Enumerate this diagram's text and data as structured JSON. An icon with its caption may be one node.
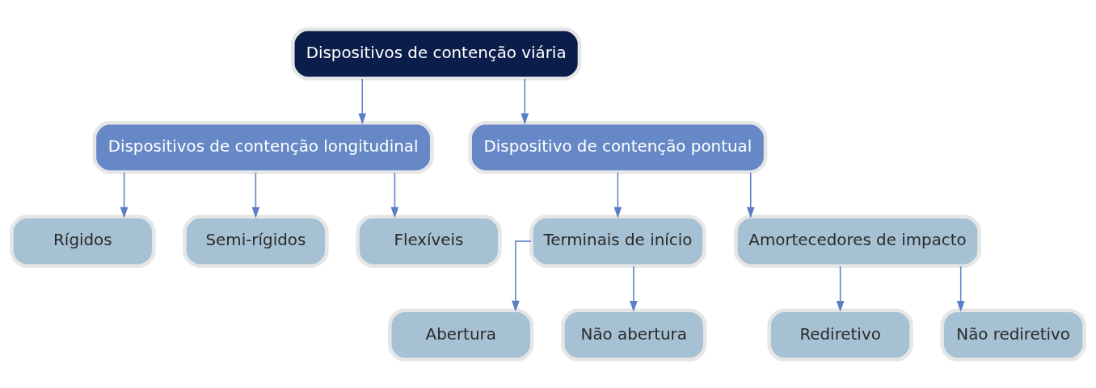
{
  "diagram": {
    "nodes": [
      {
        "text": [
          "Dispositivos de contenção viária"
        ]
      },
      {
        "text": [
          "Dispositivos de contenção longitudinal"
        ]
      },
      {
        "text": [
          "Dispositivo de contenção pontual"
        ]
      },
      {
        "text": [
          "Rígidos"
        ]
      },
      {
        "text": [
          "Semi-rígidos"
        ]
      },
      {
        "text": [
          "Flexíveis"
        ]
      },
      {
        "text": [
          "Terminais de início"
        ]
      },
      {
        "text": [
          "Amortecedores de impacto"
        ]
      },
      {
        "text": [
          "Abertura"
        ]
      },
      {
        "text": [
          "Não abertura"
        ]
      },
      {
        "text": [
          "Rediretivo"
        ]
      },
      {
        "text": [
          "Não rediretivo"
        ]
      }
    ],
    "edges": [
      {
        "from": 0,
        "to": 1,
        "arrow": "to"
      },
      {
        "from": 0,
        "to": 2,
        "arrow": "to"
      },
      {
        "from": 1,
        "to": 3,
        "arrow": "to"
      },
      {
        "from": 1,
        "to": 4,
        "arrow": "to"
      },
      {
        "from": 1,
        "to": 5,
        "arrow": "to"
      },
      {
        "from": 2,
        "to": 6,
        "arrow": "to"
      },
      {
        "from": 2,
        "to": 7,
        "arrow": "to"
      },
      {
        "from": 6,
        "to": 8,
        "arrow": "to"
      },
      {
        "from": 6,
        "to": 9,
        "arrow": "to"
      },
      {
        "from": 7,
        "to": 10,
        "arrow": "to"
      },
      {
        "from": 7,
        "to": 11,
        "arrow": "to"
      }
    ]
  }
}
